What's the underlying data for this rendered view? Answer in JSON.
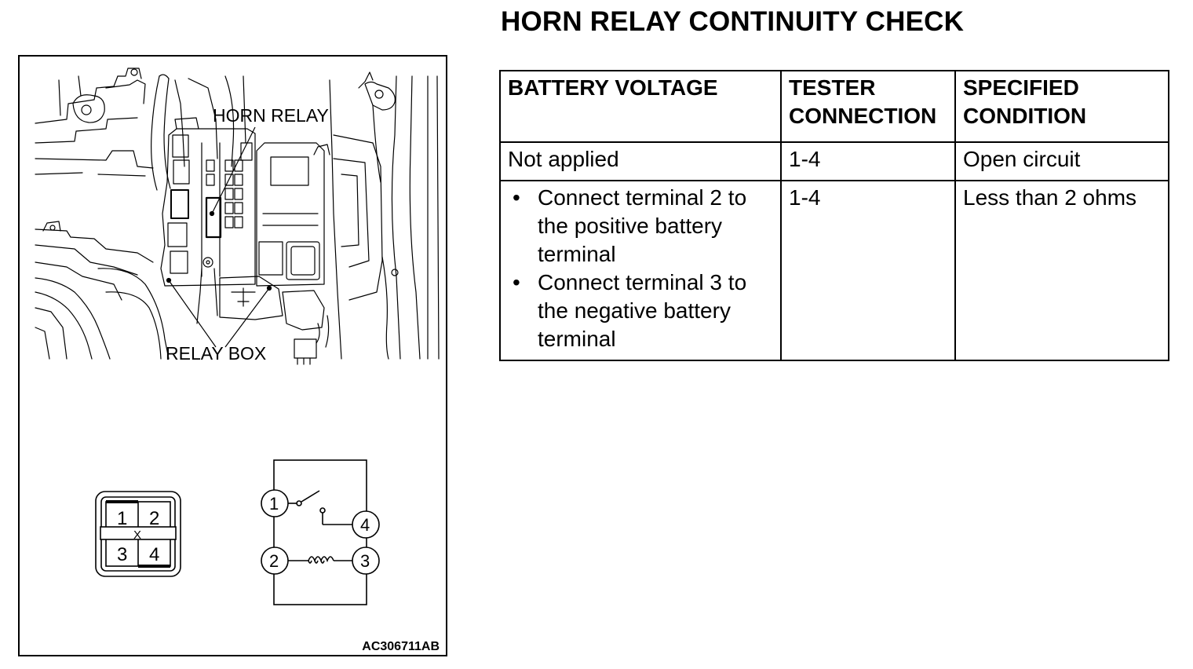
{
  "page": {
    "title": "HORN RELAY CONTINUITY CHECK"
  },
  "figure": {
    "callouts": {
      "horn_relay": "HORN RELAY",
      "relay_box": "RELAY BOX"
    },
    "connector_terminals": [
      "1",
      "2",
      "3",
      "4"
    ],
    "connector_center_mark": "X",
    "schematic_terminals": [
      "1",
      "2",
      "3",
      "4"
    ],
    "figure_id": "AC306711AB"
  },
  "table": {
    "headers": {
      "battery_voltage": "BATTERY VOLTAGE",
      "tester_connection": "TESTER CONNECTION",
      "specified_condition": "SPECIFIED CONDITION"
    },
    "rows": [
      {
        "battery_voltage": "Not applied",
        "tester_connection": "1-4",
        "specified_condition": "Open circuit"
      },
      {
        "battery_voltage_steps": [
          "Connect terminal 2 to the positive battery terminal",
          "Connect terminal 3 to the negative battery terminal"
        ],
        "tester_connection": "1-4",
        "specified_condition": "Less than 2 ohms"
      }
    ]
  }
}
